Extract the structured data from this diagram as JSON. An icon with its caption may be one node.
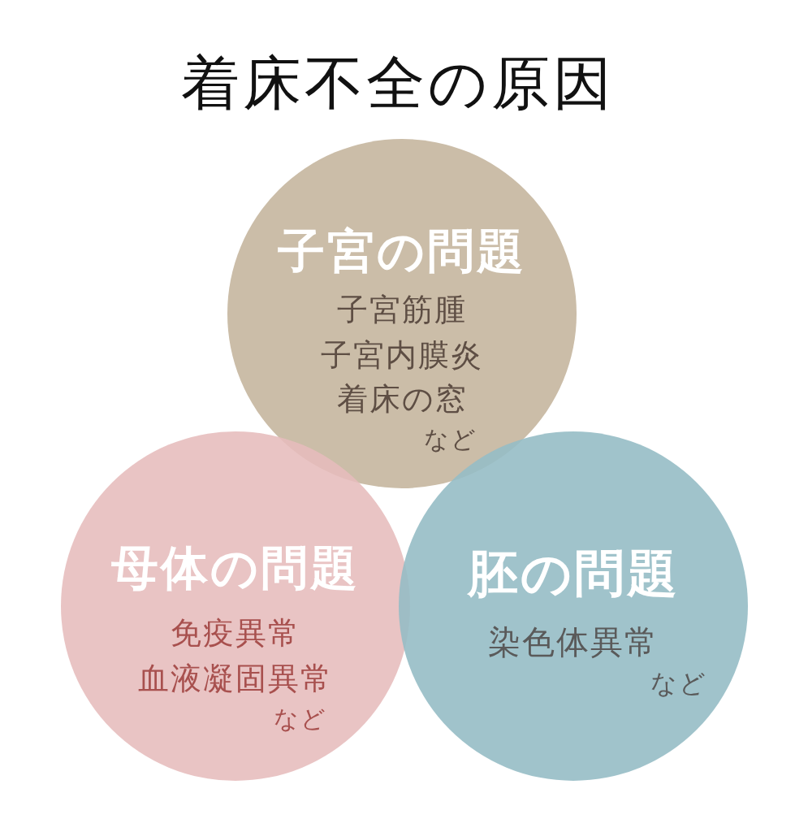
{
  "diagram": {
    "title": "着床不全の原因",
    "nodes": [
      {
        "text": [
          "子宮の問題",
          "子宮筋腫",
          "子宮内膜炎",
          "着床の窓",
          "など"
        ]
      },
      {
        "text": [
          "母体の問題",
          "免疫異常",
          "血液凝固異常",
          "など"
        ]
      },
      {
        "text": [
          "胚の問題",
          "染色体異常",
          "など"
        ]
      }
    ],
    "edges": []
  }
}
